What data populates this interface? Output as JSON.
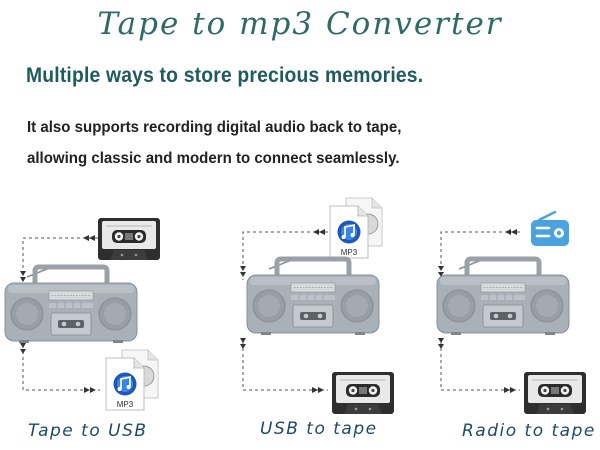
{
  "header": {
    "title": "Tape to mp3 Converter",
    "subtitle": "Multiple ways to store precious memories.",
    "description_line1": "It also supports recording digital audio back to tape,",
    "description_line2": "allowing classic and modern to connect seamlessly."
  },
  "panels": [
    {
      "caption": "Tape to USB",
      "source_icon": "cassette-tape-icon",
      "target_icon": "mp3-file-icon",
      "target_label": "MP3"
    },
    {
      "caption": "USB to tape",
      "source_icon": "mp3-file-icon",
      "source_label": "MP3",
      "target_icon": "cassette-tape-icon"
    },
    {
      "caption": "Radio to tape",
      "source_icon": "radio-icon",
      "target_icon": "cassette-tape-icon"
    }
  ],
  "colors": {
    "title": "#2e6b68",
    "subtitle": "#1f5a5c",
    "caption": "#1e4a66",
    "radio_icon": "#4aa3e0"
  }
}
